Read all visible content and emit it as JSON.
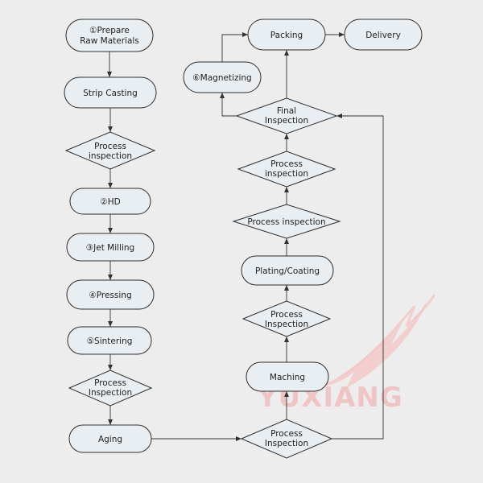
{
  "diagram": {
    "nodes": {
      "prepare": {
        "lines": [
          "①Prepare",
          "Raw Materials"
        ]
      },
      "strip_casting": {
        "lines": [
          "Strip Casting"
        ]
      },
      "inspection_1": {
        "lines": [
          "Process",
          "inspection"
        ]
      },
      "hd": {
        "lines": [
          "②HD"
        ]
      },
      "jet_milling": {
        "lines": [
          "③Jet Milling"
        ]
      },
      "pressing": {
        "lines": [
          "④Pressing"
        ]
      },
      "sintering": {
        "lines": [
          "⑤Sintering"
        ]
      },
      "inspection_2": {
        "lines": [
          "Process",
          "Inspection"
        ]
      },
      "aging": {
        "lines": [
          "Aging"
        ]
      },
      "inspection_3": {
        "lines": [
          "Process",
          "Inspection"
        ]
      },
      "maching": {
        "lines": [
          "Maching"
        ]
      },
      "inspection_4": {
        "lines": [
          "Process",
          "Inspection"
        ]
      },
      "plating_coating": {
        "lines": [
          "Plating/Coating"
        ]
      },
      "inspection_5": {
        "lines": [
          "Process inspection"
        ]
      },
      "inspection_6": {
        "lines": [
          "Process",
          "inspection"
        ]
      },
      "final_inspection": {
        "lines": [
          "Final",
          "Inspection"
        ]
      },
      "magnetizing": {
        "lines": [
          "⑥Magnetizing"
        ]
      },
      "packing": {
        "lines": [
          "Packing"
        ]
      },
      "delivery": {
        "lines": [
          "Delivery"
        ]
      }
    },
    "watermark": {
      "text": "YUXIANG",
      "color": "#e98a8a"
    },
    "colors": {
      "node_fill": "#e9eef2",
      "stroke": "#2d2d2d",
      "background": "#ededed"
    }
  }
}
